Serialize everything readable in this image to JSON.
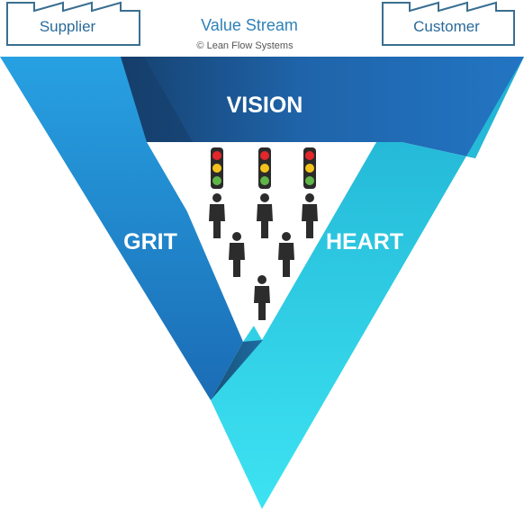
{
  "header": {
    "supplier_label": "Supplier",
    "customer_label": "Customer",
    "title": "Value Stream",
    "copyright": "© Lean Flow Systems"
  },
  "segments": {
    "vision": "VISION",
    "grit": "GRIT",
    "heart": "HEART"
  },
  "colors": {
    "box_stroke": "#3a6f91",
    "box_text": "#2a6a9a",
    "title_text": "#2f80b8",
    "copyright_text": "#555555",
    "vision_dark": "#1c4a80",
    "vision_mid": "#1f6eb8",
    "grit_top": "#27a1e2",
    "grit_bottom": "#1b6cb5",
    "heart_top": "#1fb3d3",
    "heart_bottom": "#39dff0",
    "label_white": "#ffffff",
    "light_red": "#e3272a",
    "light_amber": "#f4c21c",
    "light_green": "#5fb548",
    "person": "#2c2c2c"
  },
  "icons": {
    "factory": "factory-icon",
    "traffic_light": "traffic-light-icon",
    "person": "person-icon"
  }
}
